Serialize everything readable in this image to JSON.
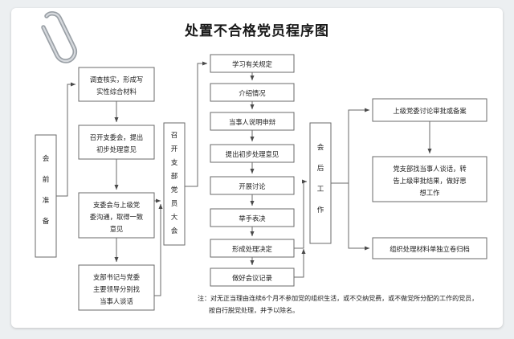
{
  "page": {
    "title": "处置不合格党员程序图",
    "decoration": "paperclip-icon",
    "background_color": "#eceff1",
    "page_color": "#ffffff",
    "line_color": "#6a6a6a"
  },
  "phases": [
    {
      "id": "pre-meeting",
      "label": "会前准备",
      "chars": [
        "会",
        "前",
        "准",
        "备"
      ]
    },
    {
      "id": "branch-meeting",
      "label": "召开支部党员大会",
      "chars": [
        "召",
        "开",
        "支",
        "部",
        "党",
        "员",
        "大",
        "会"
      ]
    },
    {
      "id": "post-meeting",
      "label": "会后工作",
      "chars": [
        "会",
        "后",
        "工",
        "作"
      ]
    }
  ],
  "columns": {
    "pre_meeting_steps": [
      {
        "id": "step-investigate",
        "lines": [
          "调查核实，形成写",
          "实性综合材料"
        ]
      },
      {
        "id": "step-branch-committee",
        "lines": [
          "召开支委会，提出",
          "初步处理意见"
        ]
      },
      {
        "id": "step-communicate-superior",
        "lines": [
          "支委会与上级党",
          "委沟通，取得一致",
          "意见"
        ]
      },
      {
        "id": "step-secretary-talk",
        "lines": [
          "支部书记与党委",
          "主要领导分别找",
          "当事人谈话"
        ]
      }
    ],
    "meeting_steps": [
      {
        "id": "step-study-rules",
        "lines": [
          "学习有关规定"
        ]
      },
      {
        "id": "step-introduce-situation",
        "lines": [
          "介绍情况"
        ]
      },
      {
        "id": "step-party-defense",
        "lines": [
          "当事人说明申辩"
        ]
      },
      {
        "id": "step-propose-opinion",
        "lines": [
          "提出初步处理意见"
        ]
      },
      {
        "id": "step-discussion",
        "lines": [
          "开展讨论"
        ]
      },
      {
        "id": "step-show-of-hands",
        "lines": [
          "举手表决"
        ]
      },
      {
        "id": "step-form-decision",
        "lines": [
          "形成处理决定"
        ]
      },
      {
        "id": "step-meeting-record",
        "lines": [
          "做好会议记录"
        ]
      }
    ],
    "post_meeting_steps": [
      {
        "id": "step-superior-approval",
        "lines": [
          "上级党委讨论审批或备案"
        ]
      },
      {
        "id": "step-inform-party",
        "lines": [
          "党支部找当事人谈话，转",
          "告上级审批结果，做好思",
          "想工作"
        ]
      },
      {
        "id": "step-archive",
        "lines": [
          "组织处理材料单独立卷归档"
        ]
      }
    ]
  },
  "footnote": {
    "prefix": "注：",
    "line1": "对无正当理由连续6个月不参加党的组织生活，或不交纳党费，或不做党所分配的工作的党员，",
    "line2": "按自行脱党处理，并予以除名。"
  }
}
